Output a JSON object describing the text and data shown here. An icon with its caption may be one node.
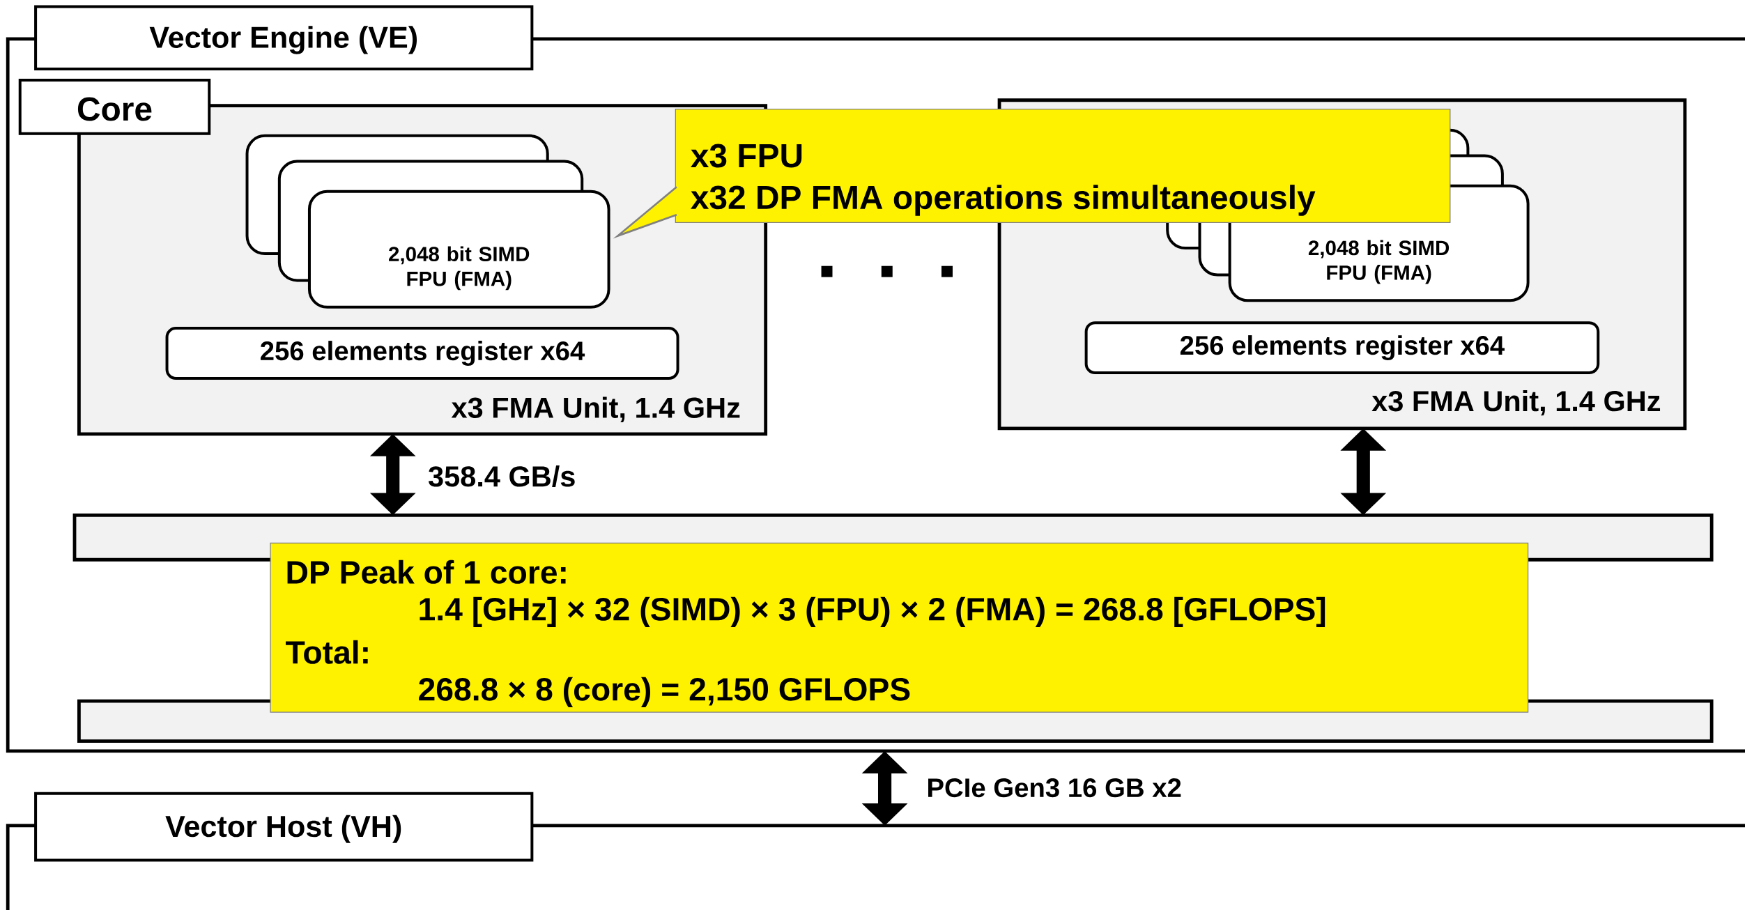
{
  "diagram": {
    "nodes": [
      {
        "text": [
          "Vector Engine (VE)"
        ]
      },
      {
        "text": [
          "Core",
          "x3 FMA Unit, 1.4 GHz"
        ],
        "in": 0
      },
      {
        "text": [
          "2,048 bit SIMD FPU (FMA)"
        ],
        "in": 1
      },
      {
        "text": [
          "256 elements register x64"
        ],
        "in": 1
      },
      {
        "text": [
          "x3 FMA Unit, 1.4 GHz"
        ],
        "in": 0
      },
      {
        "text": [
          "2,048 bit SIMD FPU (FMA)"
        ],
        "in": 4
      },
      {
        "text": [
          "256 elements register x64"
        ],
        "in": 4
      },
      {
        "text": [],
        "shape": "box",
        "in": 0
      },
      {
        "text": [],
        "shape": "box",
        "in": 0
      },
      {
        "text": [
          "x3 FPU",
          "x32 DP FMA operations simultaneously"
        ],
        "in": 0
      },
      {
        "text": [
          "DP Peak of 1 core:",
          "1.4 [GHz] × 32 (SIMD) × 3 (FPU) × 2 (FMA) = 268.8 [GFLOPS]",
          "Total:",
          "268.8 × 8 (core) = 2,150 GFLOPS"
        ],
        "in": 0
      },
      {
        "text": [
          "Vector Host (VH)"
        ]
      },
      {
        "text": [],
        "shape": "box",
        "in": 1
      },
      {
        "text": [],
        "shape": "box",
        "in": 1
      },
      {
        "text": [],
        "shape": "box",
        "in": 4
      },
      {
        "text": [],
        "shape": "box",
        "in": 4
      }
    ],
    "edges": [
      {
        "from": 1,
        "to": 7,
        "arrow": "both",
        "label": "358.4 GB/s"
      },
      {
        "from": 4,
        "to": 7,
        "arrow": "both"
      },
      {
        "from": 0,
        "to": 11,
        "arrow": "both",
        "label": "PCIe Gen3 16 GB x2"
      },
      {
        "from": 9,
        "to": 2,
        "arrow": "to",
        "color": "#808080"
      }
    ]
  }
}
